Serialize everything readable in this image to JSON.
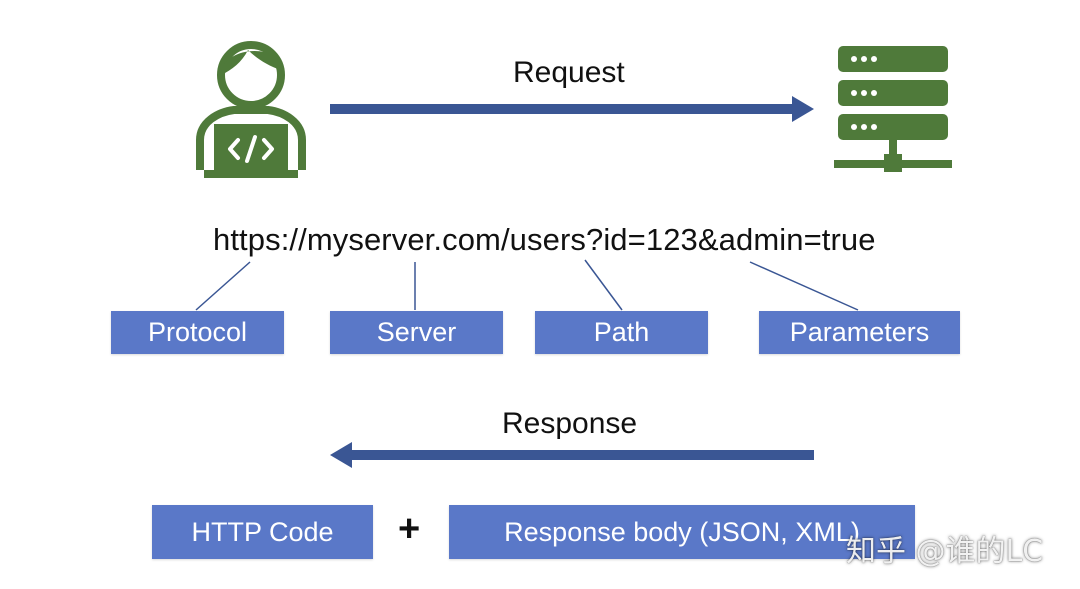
{
  "request_label": "Request",
  "response_label": "Response",
  "url": "https://myserver.com/users?id=123&admin=true",
  "url_parts": {
    "protocol": "Protocol",
    "server": "Server",
    "path": "Path",
    "parameters": "Parameters"
  },
  "response_parts": {
    "http_code": "HTTP Code",
    "plus": "+",
    "body": "Response body (JSON, XML)"
  },
  "watermark": "知乎 @谁的LC",
  "colors": {
    "icon_green": "#4f7a3a",
    "arrow_blue": "#3a5694",
    "box_blue": "#5a78c8"
  },
  "icons": {
    "client": "developer-laptop-icon",
    "server": "server-rack-icon"
  }
}
